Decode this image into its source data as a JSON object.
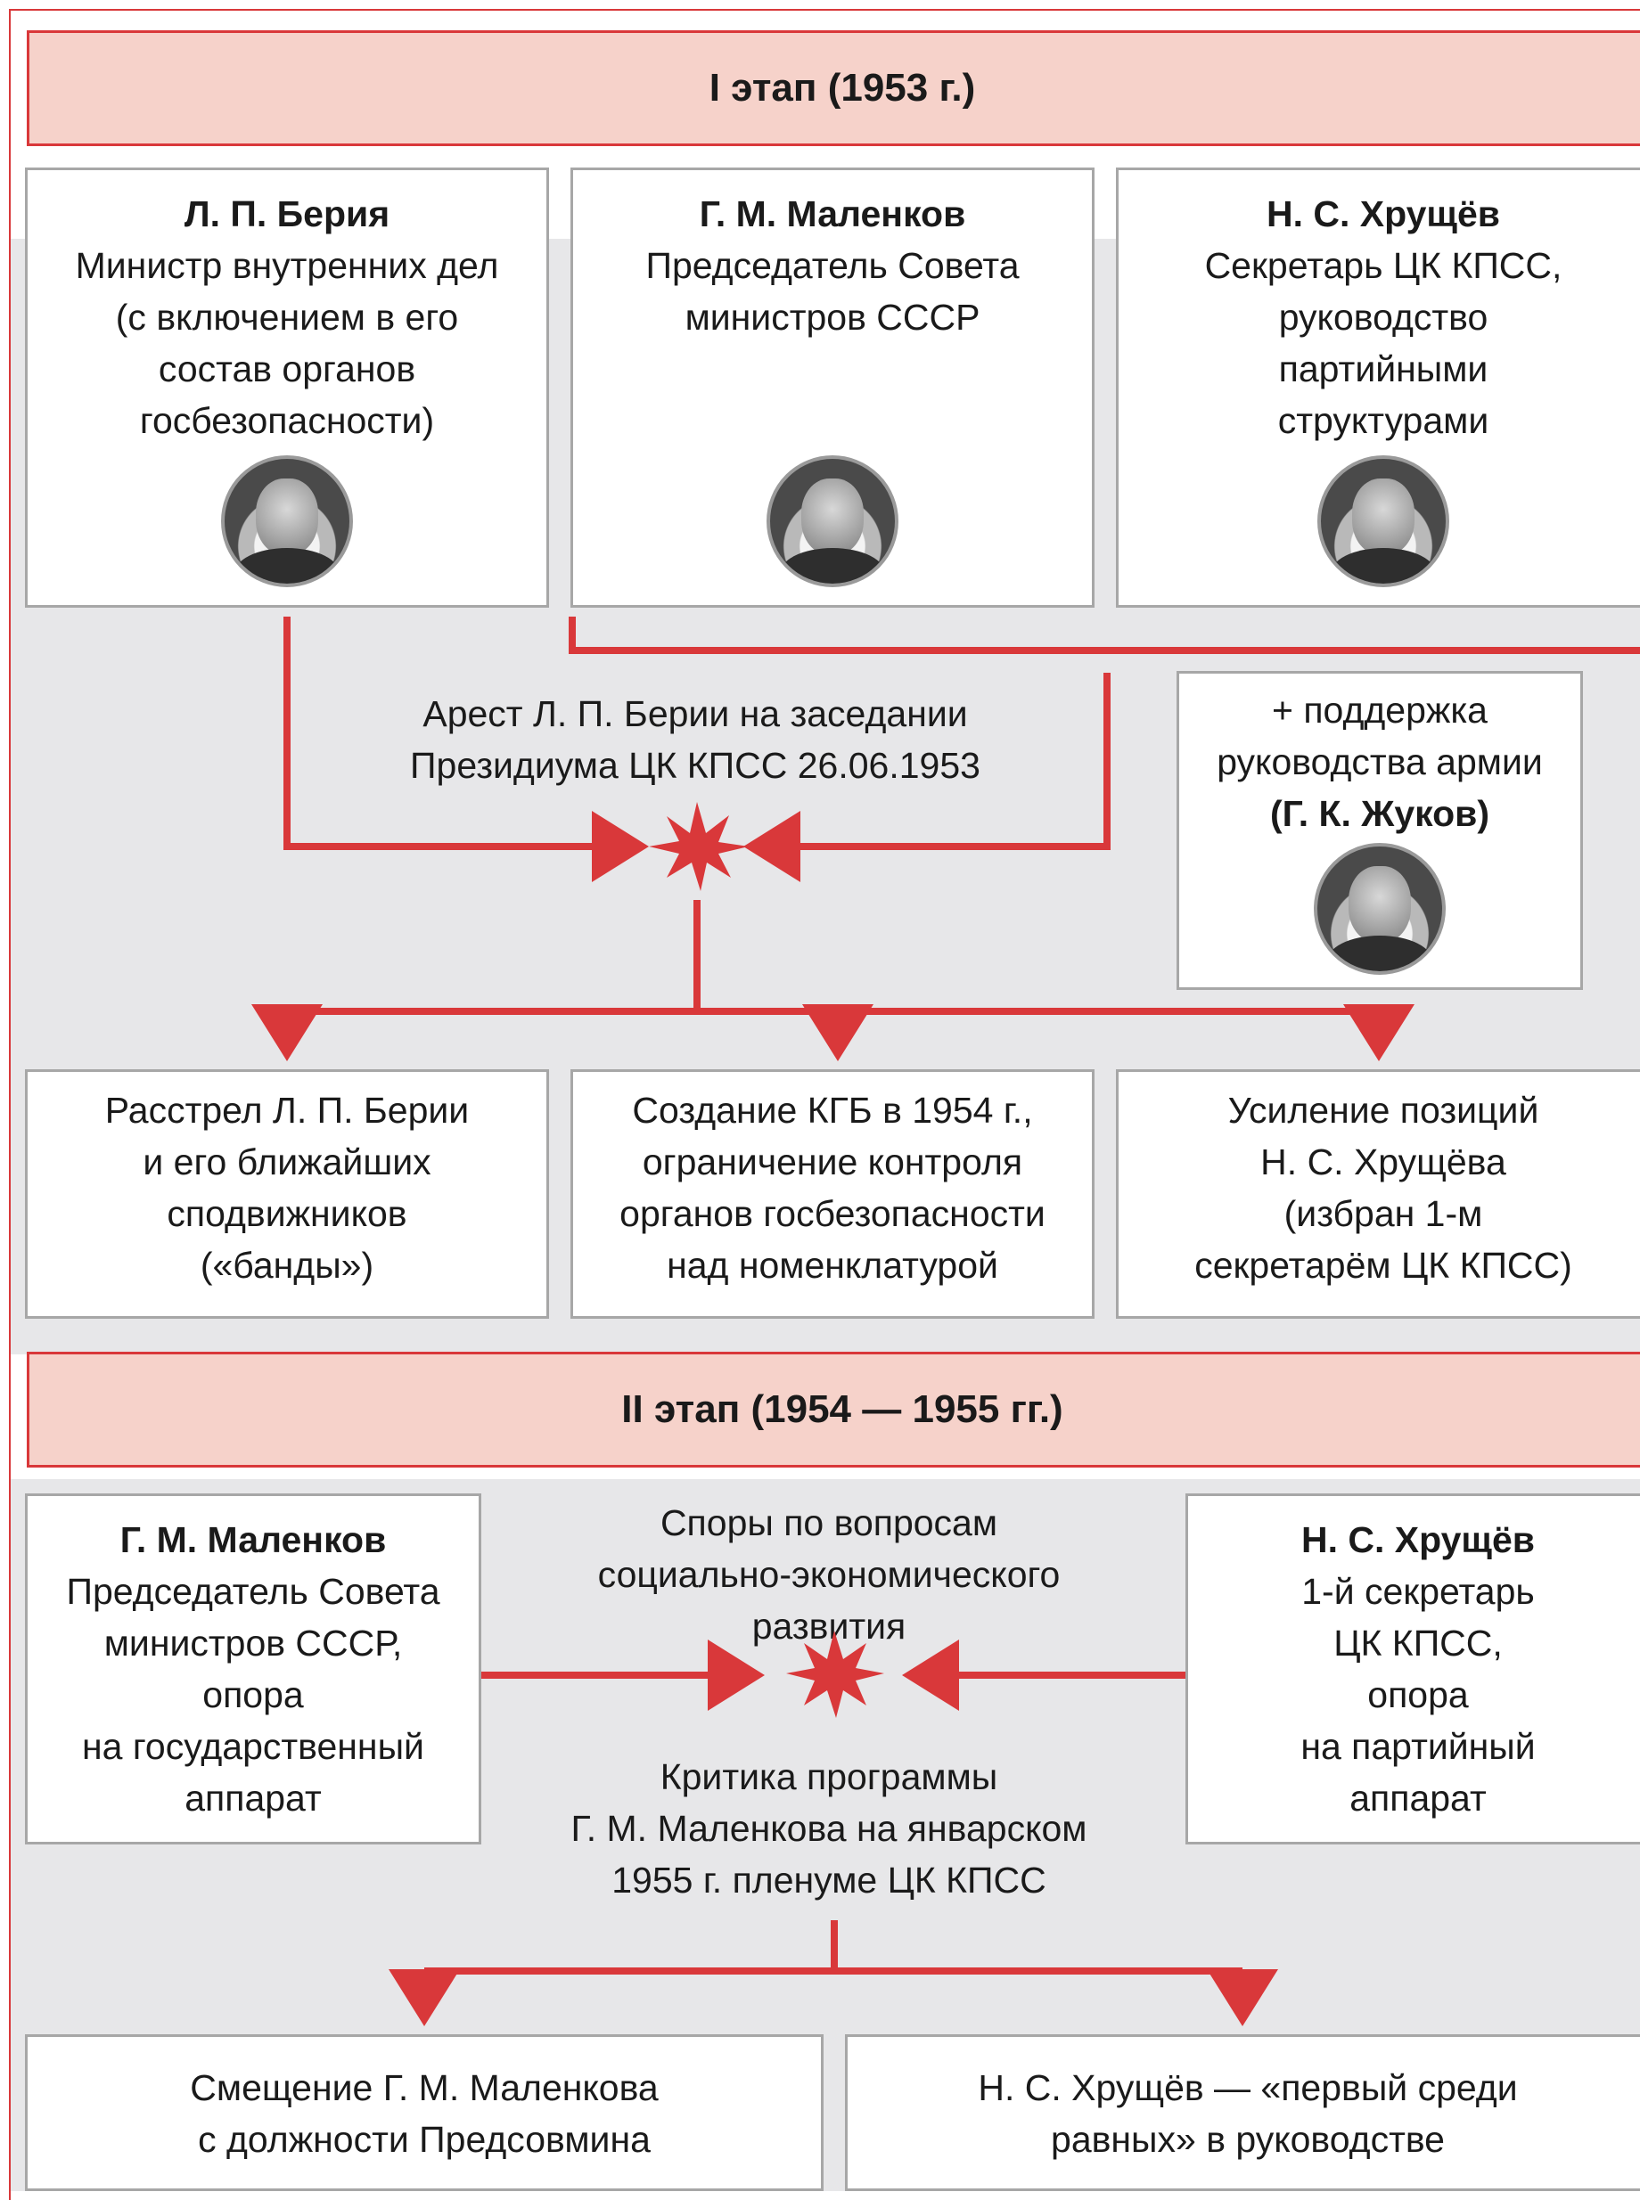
{
  "stage1": {
    "title": "I этап (1953 г.)",
    "persons": [
      {
        "name": "Л. П. Берия",
        "role": "Министр внутренних дел\n(с включением в его\nсостав органов\nгосбезопасности)",
        "portrait_icon": "beria-portrait"
      },
      {
        "name": "Г. М. Маленков",
        "role": "Председатель Совета\nминистров СССР",
        "portrait_icon": "malenkov-portrait"
      },
      {
        "name": "Н. С. Хрущёв",
        "role": "Секретарь ЦК КПСС,\nруководство\nпартийными\nструктурами",
        "portrait_icon": "khrushchev-portrait"
      }
    ],
    "event": "Арест Л. П. Берии на заседании\nПрезидиума ЦК КПСС 26.06.1953",
    "support": {
      "line1": "+ поддержка\nруководства армии",
      "line2": "(Г. К. Жуков)",
      "portrait_icon": "zhukov-portrait"
    },
    "results": [
      "Расстрел Л. П. Берии\nи его ближайших\nсподвижников\n(«банды»)",
      "Создание КГБ в 1954 г.,\nограничение контроля\nорганов госбезопасности\nнад номенклатурой",
      "Усиление позиций\nН. С. Хрущёва\n(избран 1-м\nсекретарём ЦК КПСС)"
    ]
  },
  "stage2": {
    "title": "II этап (1954 — 1955 гг.)",
    "left": {
      "name": "Г. М. Маленков",
      "role": "Председатель Совета\nминистров СССР,\nопора\nна государственный\nаппарат"
    },
    "right": {
      "name": "Н. С. Хрущёв",
      "role": "1-й секретарь\nЦК КПСС,\nопора\nна партийный\nаппарат"
    },
    "dispute": "Споры по вопросам\nсоциально-экономического\nразвития",
    "criticism": "Критика программы\nГ. М. Маленкова на январском\n1955 г. пленуме ЦК КПСС",
    "results": [
      "Смещение Г. М. Маленкова\nс должности Предсовмина",
      "Н. С. Хрущёв — «первый среди\nравных» в руководстве"
    ]
  },
  "colors": {
    "accent": "#d9383a",
    "stage_fill": "#f6d2ca",
    "panel": "#e7e7e9",
    "box_border": "#a7a7a7"
  }
}
